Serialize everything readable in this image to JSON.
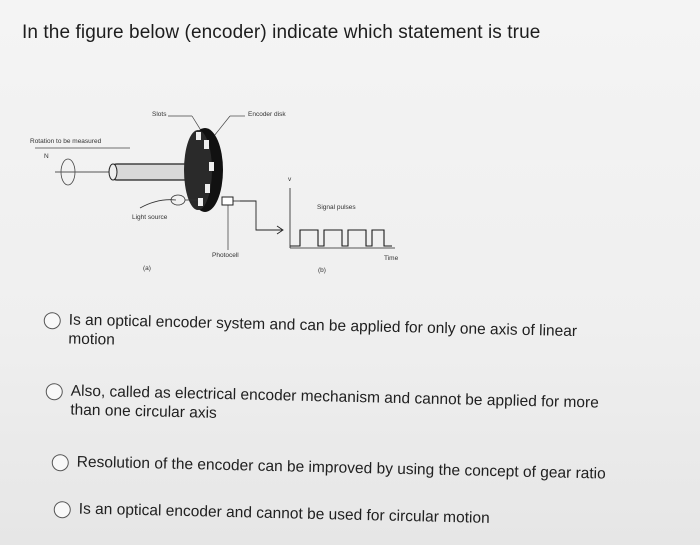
{
  "question": "In the figure below (encoder) indicate which statement is true",
  "figure": {
    "labels": {
      "slots": "Slots",
      "encoder_disk": "Encoder disk",
      "rotation": "Rotation to be measured",
      "n": "N",
      "light_source": "Light source",
      "photocell": "Photocell",
      "panel_a": "(a)",
      "v": "v",
      "signal_pulses": "Signal pulses",
      "time": "Time",
      "panel_b": "(b)"
    }
  },
  "options": [
    {
      "line1": "Is an optical encoder system and can be applied for only one axis of linear",
      "line2": "motion"
    },
    {
      "line1": "Also, called as electrical encoder mechanism and cannot be applied for more",
      "line2": "than one circular axis"
    },
    {
      "line1": "Resolution of the encoder can be improved by using the concept of gear ratio",
      "line2": ""
    },
    {
      "line1": "Is an optical encoder and cannot be used for circular motion",
      "line2": ""
    }
  ]
}
